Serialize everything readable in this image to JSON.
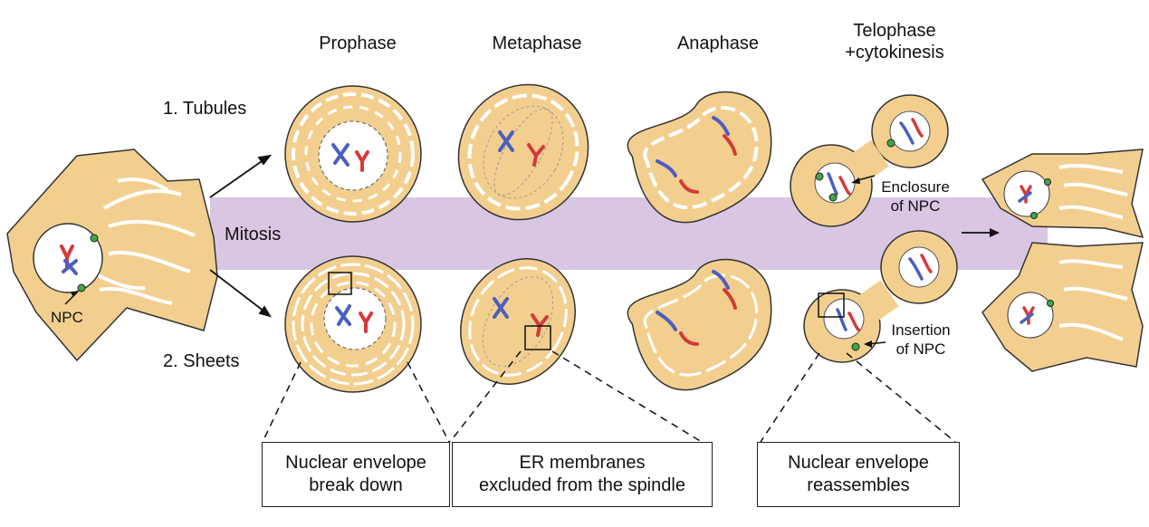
{
  "phases": {
    "prophase": "Prophase",
    "metaphase": "Metaphase",
    "anaphase": "Anaphase",
    "telophase_line1": "Telophase",
    "telophase_line2": "+cytokinesis"
  },
  "rows": {
    "tubules": "1. Tubules",
    "sheets": "2. Sheets"
  },
  "band_label": "Mitosis",
  "npc_label": "NPC",
  "annotations": {
    "enclosure_line1": "Enclosure",
    "enclosure_line2": "of NPC",
    "insertion_line1": "Insertion",
    "insertion_line2": "of NPC"
  },
  "boxes": {
    "box1_line1": "Nuclear envelope",
    "box1_line2": "break down",
    "box2_line1": "ER membranes",
    "box2_line2": "excluded from the spindle",
    "box3_line1": "Nuclear envelope",
    "box3_line2": "reassembles"
  },
  "colors": {
    "cell_fill": "#f3cf8f",
    "band_fill": "#d9c6e2",
    "chromosome_blue": "#4a5fc1",
    "chromosome_red": "#d43a3a",
    "npc_green": "#3fa64a"
  }
}
